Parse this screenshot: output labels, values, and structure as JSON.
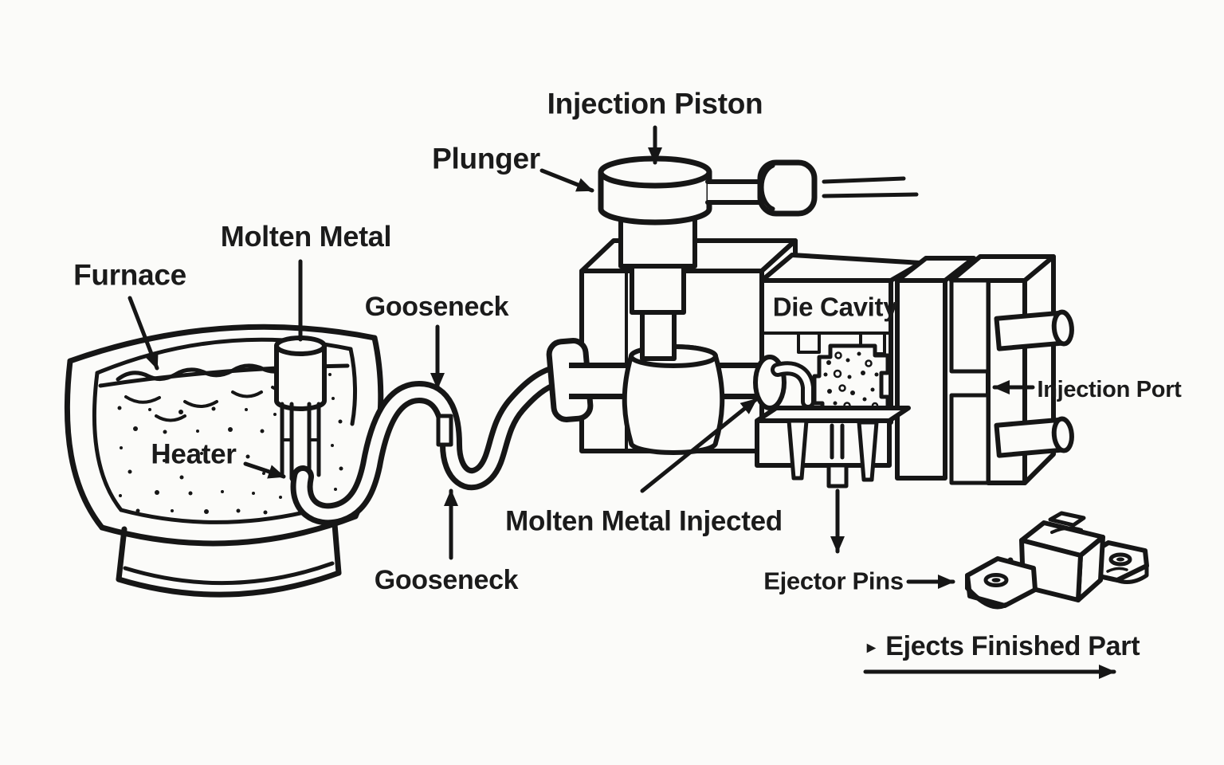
{
  "diagram": {
    "labels": {
      "injection_piston": "Injection Piston",
      "plunger": "Plunger",
      "molten_metal": "Molten Metal",
      "furnace": "Furnace",
      "gooseneck_top": "Gooseneck",
      "heater": "Heater",
      "gooseneck_bottom": "Gooseneck",
      "die_cavity": "Die Cavity",
      "injection_port": "Injection Port",
      "molten_metal_injected": "Molten Metal Injected",
      "ejector_pins": "Ejector Pins",
      "ejects_bullet": "▸",
      "ejects_finished_part": "Ejects Finished Part"
    },
    "colors": {
      "ink": "#161616",
      "background": "#fbfbf9"
    }
  }
}
